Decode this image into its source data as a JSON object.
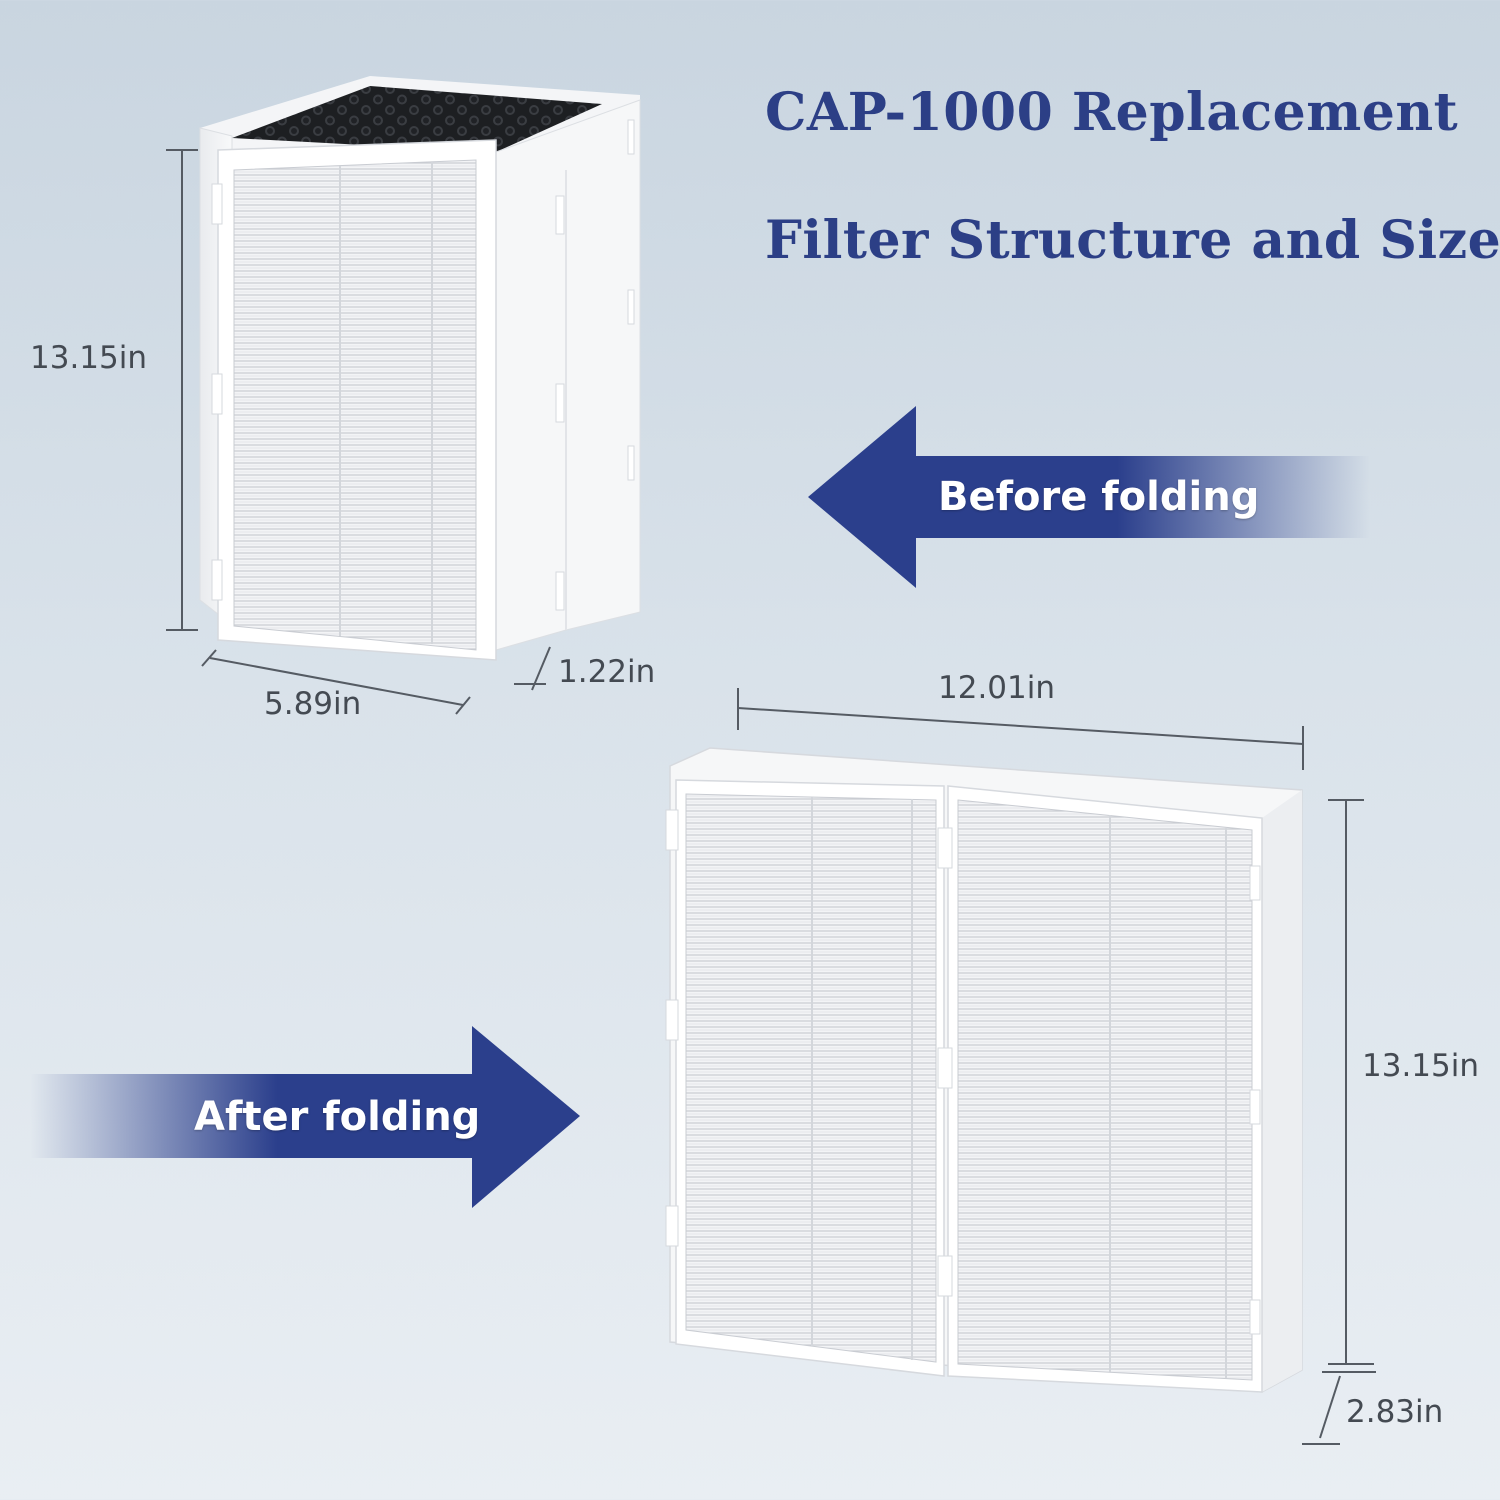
{
  "title": {
    "line1": "CAP-1000 Replacement",
    "line2": "Filter Structure and Size"
  },
  "before": {
    "label": "Before folding",
    "height": "13.15in",
    "width": "5.89in",
    "depth": "1.22in"
  },
  "after": {
    "label": "After folding",
    "width": "12.01in",
    "height": "13.15in",
    "depth": "2.83in"
  },
  "colors": {
    "accent": "#2c3f86",
    "arrow": "#2b3f8c",
    "background": "#d5dfe8"
  },
  "icons": {
    "left_arrow": "left-arrow-icon",
    "right_arrow": "right-arrow-icon"
  }
}
